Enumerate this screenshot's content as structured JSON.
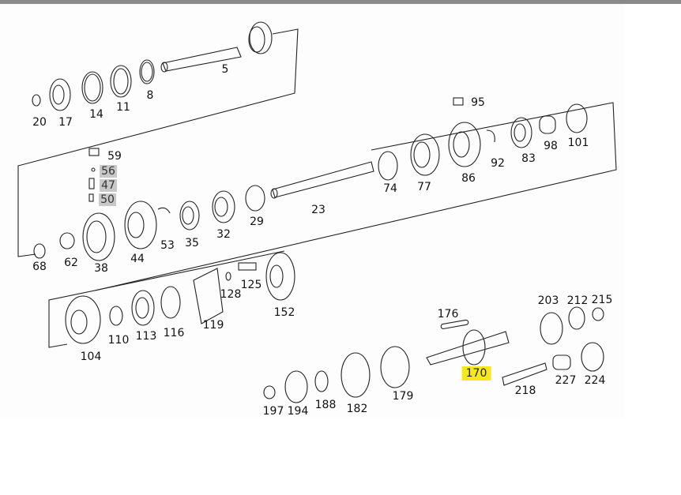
{
  "highlight_colors": {
    "gray": "#c8c8c8",
    "yellow": "#f5e81e"
  },
  "parts": [
    {
      "id": "5",
      "text": "5"
    },
    {
      "id": "20",
      "text": "20"
    },
    {
      "id": "17",
      "text": "17"
    },
    {
      "id": "14",
      "text": "14"
    },
    {
      "id": "11",
      "text": "11"
    },
    {
      "id": "8",
      "text": "8"
    },
    {
      "id": "95",
      "text": "95"
    },
    {
      "id": "59",
      "text": "59"
    },
    {
      "id": "56",
      "text": "56",
      "highlight": "gray"
    },
    {
      "id": "47",
      "text": "47",
      "highlight": "gray"
    },
    {
      "id": "50",
      "text": "50",
      "highlight": "gray"
    },
    {
      "id": "74",
      "text": "74"
    },
    {
      "id": "77",
      "text": "77"
    },
    {
      "id": "86",
      "text": "86"
    },
    {
      "id": "92",
      "text": "92"
    },
    {
      "id": "83",
      "text": "83"
    },
    {
      "id": "98",
      "text": "98"
    },
    {
      "id": "101",
      "text": "101"
    },
    {
      "id": "23",
      "text": "23"
    },
    {
      "id": "29",
      "text": "29"
    },
    {
      "id": "32",
      "text": "32"
    },
    {
      "id": "35",
      "text": "35"
    },
    {
      "id": "53",
      "text": "53"
    },
    {
      "id": "44",
      "text": "44"
    },
    {
      "id": "38",
      "text": "38"
    },
    {
      "id": "62",
      "text": "62"
    },
    {
      "id": "68",
      "text": "68"
    },
    {
      "id": "125",
      "text": "125"
    },
    {
      "id": "128",
      "text": "128"
    },
    {
      "id": "152",
      "text": "152"
    },
    {
      "id": "119",
      "text": "119"
    },
    {
      "id": "116",
      "text": "116"
    },
    {
      "id": "113",
      "text": "113"
    },
    {
      "id": "110",
      "text": "110"
    },
    {
      "id": "104",
      "text": "104"
    },
    {
      "id": "176",
      "text": "176"
    },
    {
      "id": "203",
      "text": "203"
    },
    {
      "id": "212",
      "text": "212"
    },
    {
      "id": "215",
      "text": "215"
    },
    {
      "id": "170",
      "text": "170",
      "highlight": "yellow"
    },
    {
      "id": "218",
      "text": "218"
    },
    {
      "id": "227",
      "text": "227"
    },
    {
      "id": "224",
      "text": "224"
    },
    {
      "id": "179",
      "text": "179"
    },
    {
      "id": "182",
      "text": "182"
    },
    {
      "id": "188",
      "text": "188"
    },
    {
      "id": "194",
      "text": "194"
    },
    {
      "id": "197",
      "text": "197"
    }
  ]
}
